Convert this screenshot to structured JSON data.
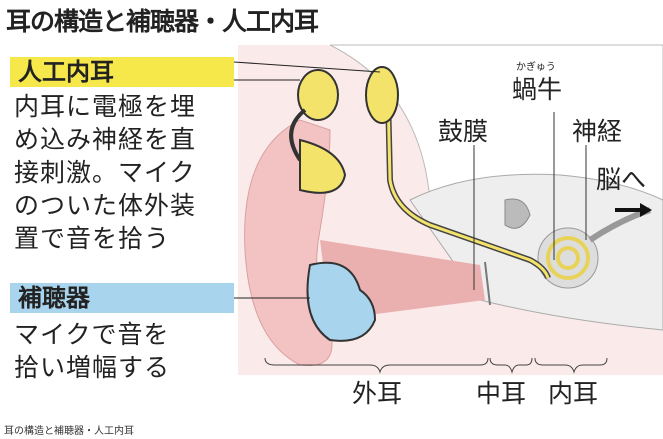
{
  "title": "耳の構造と補聴器・人工内耳",
  "cochlear_implant": {
    "heading": "人工内耳",
    "lines": [
      "内耳に電極を埋",
      "め込み神経を直",
      "接刺激。マイク",
      "のついた体外装",
      "置で音を拾う"
    ]
  },
  "hearing_aid": {
    "heading": "補聴器",
    "lines": [
      "マイクで音を",
      "拾い増幅する"
    ]
  },
  "labels": {
    "cochlea": "蝸牛",
    "cochlea_reading": "かぎゅう",
    "eardrum": "鼓膜",
    "nerve": "神経",
    "to_brain": "脳へ",
    "outer_ear": "外耳",
    "middle_ear": "中耳",
    "inner_ear": "内耳"
  },
  "caption": "耳の構造と補聴器・人工内耳",
  "colors": {
    "yellow": "#f6e74a",
    "blue": "#a9d4ee",
    "skin": "#f3c3c3",
    "background_pink": "#fbe9e9"
  }
}
